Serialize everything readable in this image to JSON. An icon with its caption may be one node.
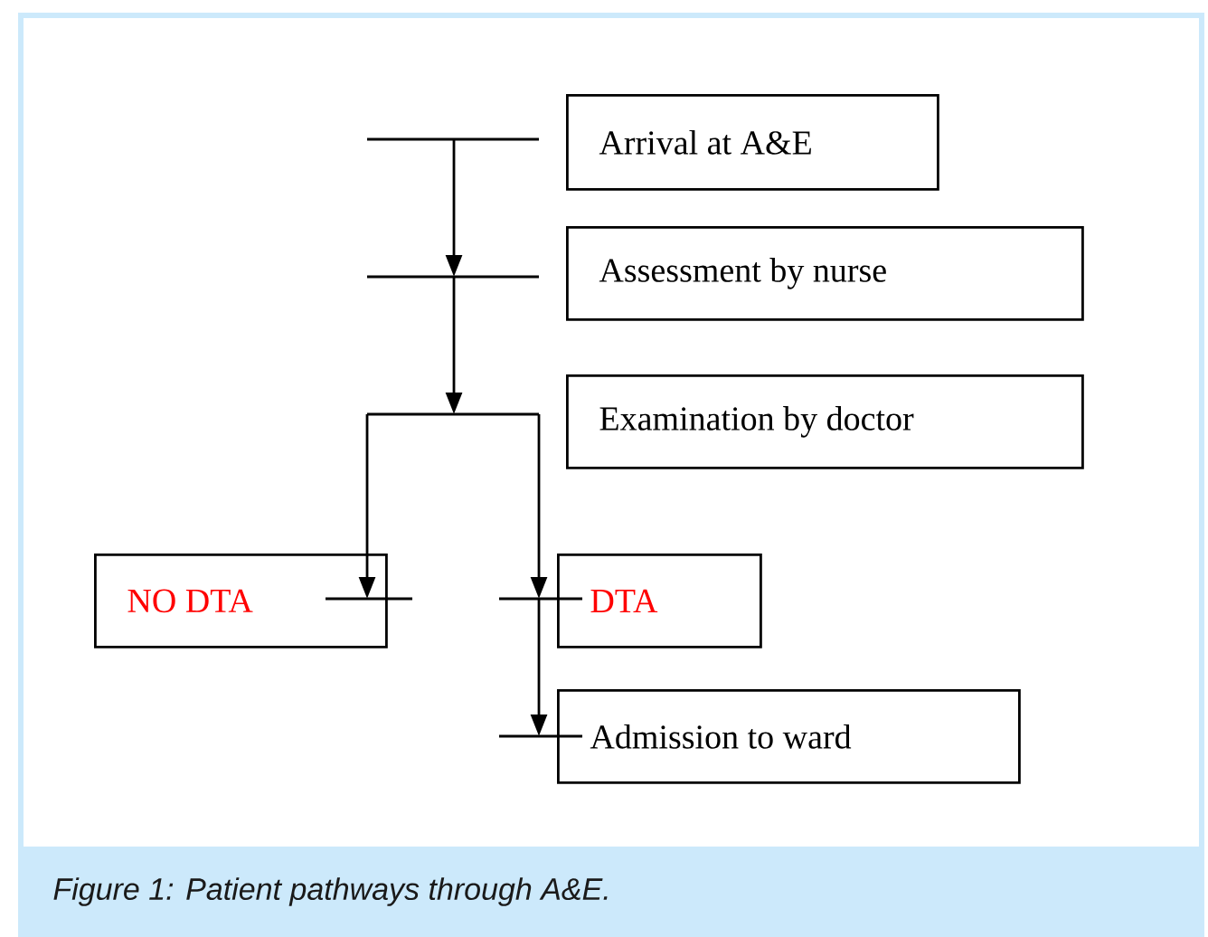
{
  "diagram": {
    "caption": "Figure 1: Patient pathways through A&E.",
    "nodes": [
      {
        "text": [
          "Arrival at A&E"
        ]
      },
      {
        "text": [
          "Assessment by nurse"
        ]
      },
      {
        "text": [
          "Examination by doctor"
        ]
      },
      {
        "text": [
          "NO DTA"
        ]
      },
      {
        "text": [
          "DTA"
        ]
      },
      {
        "text": [
          "Admission to ward"
        ]
      }
    ],
    "edges": [
      {
        "from": 0,
        "to": 1,
        "arrow": "to"
      },
      {
        "from": 1,
        "to": 2,
        "arrow": "to"
      },
      {
        "from": 2,
        "to": 3,
        "arrow": "to"
      },
      {
        "from": 2,
        "to": 4,
        "arrow": "to"
      },
      {
        "from": 4,
        "to": 5,
        "arrow": "to"
      }
    ]
  }
}
